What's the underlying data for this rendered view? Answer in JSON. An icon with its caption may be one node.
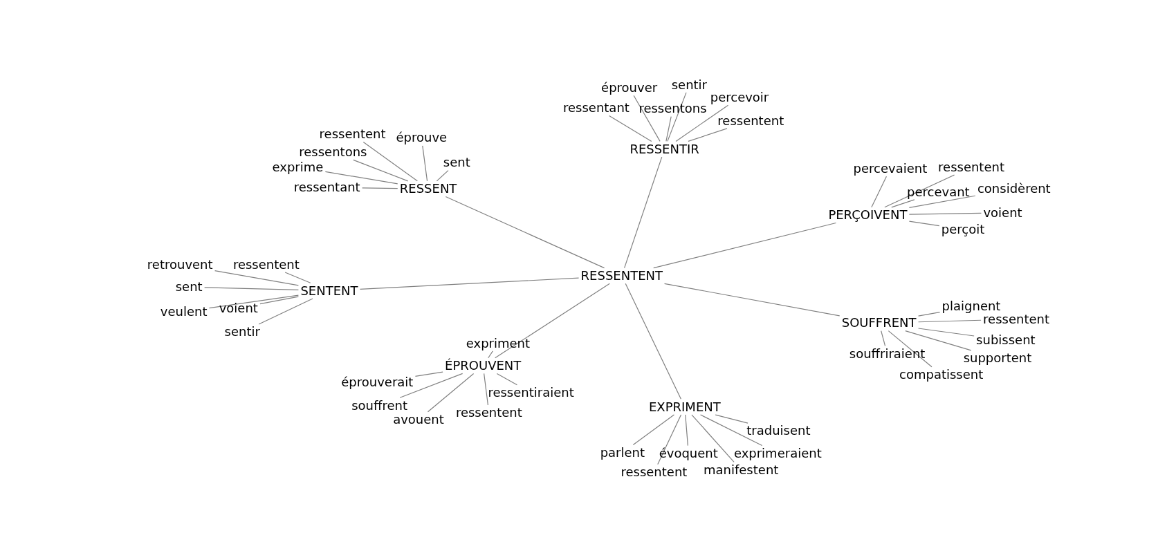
{
  "diagram": {
    "nodes": [
      {
        "text": [
          "RESSENTENT"
        ]
      },
      {
        "text": [
          "RESSENT"
        ]
      },
      {
        "text": [
          "ressentent"
        ]
      },
      {
        "text": [
          "éprouve"
        ]
      },
      {
        "text": [
          "ressentons"
        ]
      },
      {
        "text": [
          "exprime"
        ]
      },
      {
        "text": [
          "sent"
        ]
      },
      {
        "text": [
          "ressentant"
        ]
      },
      {
        "text": [
          "RESSENTIR"
        ]
      },
      {
        "text": [
          "éprouver"
        ]
      },
      {
        "text": [
          "sentir"
        ]
      },
      {
        "text": [
          "ressentant"
        ]
      },
      {
        "text": [
          "ressentons"
        ]
      },
      {
        "text": [
          "percevoir"
        ]
      },
      {
        "text": [
          "ressentent"
        ]
      },
      {
        "text": [
          "PERÇOIVENT"
        ]
      },
      {
        "text": [
          "percevaient"
        ]
      },
      {
        "text": [
          "ressentent"
        ]
      },
      {
        "text": [
          "percevant"
        ]
      },
      {
        "text": [
          "considèrent"
        ]
      },
      {
        "text": [
          "voient"
        ]
      },
      {
        "text": [
          "perçoit"
        ]
      },
      {
        "text": [
          "SENTENT"
        ]
      },
      {
        "text": [
          "retrouvent"
        ]
      },
      {
        "text": [
          "ressentent"
        ]
      },
      {
        "text": [
          "sent"
        ]
      },
      {
        "text": [
          "voient"
        ]
      },
      {
        "text": [
          "veulent"
        ]
      },
      {
        "text": [
          "sentir"
        ]
      },
      {
        "text": [
          "SOUFFRENT"
        ]
      },
      {
        "text": [
          "plaignent"
        ]
      },
      {
        "text": [
          "ressentent"
        ]
      },
      {
        "text": [
          "subissent"
        ]
      },
      {
        "text": [
          "souffriraient"
        ]
      },
      {
        "text": [
          "supportent"
        ]
      },
      {
        "text": [
          "compatissent"
        ]
      },
      {
        "text": [
          "ÉPROUVENT"
        ]
      },
      {
        "text": [
          "expriment"
        ]
      },
      {
        "text": [
          "éprouverait"
        ]
      },
      {
        "text": [
          "ressentiraient"
        ]
      },
      {
        "text": [
          "souffrent"
        ]
      },
      {
        "text": [
          "avouent"
        ]
      },
      {
        "text": [
          "ressentent"
        ]
      },
      {
        "text": [
          "EXPRIMENT"
        ]
      },
      {
        "text": [
          "traduisent"
        ]
      },
      {
        "text": [
          "parlent"
        ]
      },
      {
        "text": [
          "évoquent"
        ]
      },
      {
        "text": [
          "exprimeraient"
        ]
      },
      {
        "text": [
          "ressentent"
        ]
      },
      {
        "text": [
          "manifestent"
        ]
      }
    ],
    "edges": [
      {
        "from": 0,
        "to": 1,
        "arrow": "none"
      },
      {
        "from": 0,
        "to": 8,
        "arrow": "none"
      },
      {
        "from": 0,
        "to": 15,
        "arrow": "none"
      },
      {
        "from": 0,
        "to": 22,
        "arrow": "none"
      },
      {
        "from": 0,
        "to": 29,
        "arrow": "none"
      },
      {
        "from": 0,
        "to": 36,
        "arrow": "none"
      },
      {
        "from": 0,
        "to": 43,
        "arrow": "none"
      },
      {
        "from": 1,
        "to": 2,
        "arrow": "none"
      },
      {
        "from": 1,
        "to": 3,
        "arrow": "none"
      },
      {
        "from": 1,
        "to": 4,
        "arrow": "none"
      },
      {
        "from": 1,
        "to": 5,
        "arrow": "none"
      },
      {
        "from": 1,
        "to": 6,
        "arrow": "none"
      },
      {
        "from": 1,
        "to": 7,
        "arrow": "none"
      },
      {
        "from": 8,
        "to": 9,
        "arrow": "none"
      },
      {
        "from": 8,
        "to": 10,
        "arrow": "none"
      },
      {
        "from": 8,
        "to": 11,
        "arrow": "none"
      },
      {
        "from": 8,
        "to": 12,
        "arrow": "none"
      },
      {
        "from": 8,
        "to": 13,
        "arrow": "none"
      },
      {
        "from": 8,
        "to": 14,
        "arrow": "none"
      },
      {
        "from": 15,
        "to": 16,
        "arrow": "none"
      },
      {
        "from": 15,
        "to": 17,
        "arrow": "none"
      },
      {
        "from": 15,
        "to": 18,
        "arrow": "none"
      },
      {
        "from": 15,
        "to": 19,
        "arrow": "none"
      },
      {
        "from": 15,
        "to": 20,
        "arrow": "none"
      },
      {
        "from": 15,
        "to": 21,
        "arrow": "none"
      },
      {
        "from": 22,
        "to": 23,
        "arrow": "none"
      },
      {
        "from": 22,
        "to": 24,
        "arrow": "none"
      },
      {
        "from": 22,
        "to": 25,
        "arrow": "none"
      },
      {
        "from": 22,
        "to": 26,
        "arrow": "none"
      },
      {
        "from": 22,
        "to": 27,
        "arrow": "none"
      },
      {
        "from": 22,
        "to": 28,
        "arrow": "none"
      },
      {
        "from": 29,
        "to": 30,
        "arrow": "none"
      },
      {
        "from": 29,
        "to": 31,
        "arrow": "none"
      },
      {
        "from": 29,
        "to": 32,
        "arrow": "none"
      },
      {
        "from": 29,
        "to": 33,
        "arrow": "none"
      },
      {
        "from": 29,
        "to": 34,
        "arrow": "none"
      },
      {
        "from": 29,
        "to": 35,
        "arrow": "none"
      },
      {
        "from": 36,
        "to": 37,
        "arrow": "none"
      },
      {
        "from": 36,
        "to": 38,
        "arrow": "none"
      },
      {
        "from": 36,
        "to": 39,
        "arrow": "none"
      },
      {
        "from": 36,
        "to": 40,
        "arrow": "none"
      },
      {
        "from": 36,
        "to": 41,
        "arrow": "none"
      },
      {
        "from": 36,
        "to": 42,
        "arrow": "none"
      },
      {
        "from": 43,
        "to": 44,
        "arrow": "none"
      },
      {
        "from": 43,
        "to": 45,
        "arrow": "none"
      },
      {
        "from": 43,
        "to": 46,
        "arrow": "none"
      },
      {
        "from": 43,
        "to": 47,
        "arrow": "none"
      },
      {
        "from": 43,
        "to": 48,
        "arrow": "none"
      },
      {
        "from": 43,
        "to": 49,
        "arrow": "none"
      }
    ]
  }
}
